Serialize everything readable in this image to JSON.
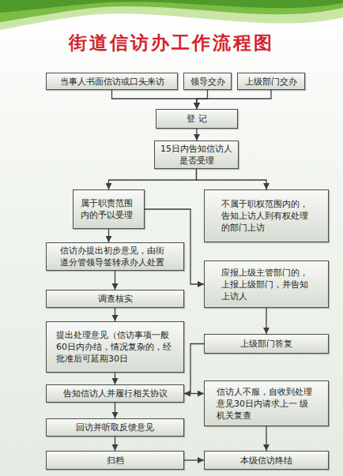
{
  "diagram": {
    "title": "街道信访办工作流程图",
    "nodes": [
      {
        "text": [
          "当事人书面信访或口头来访"
        ]
      },
      {
        "text": [
          "领导交办"
        ]
      },
      {
        "text": [
          "上级部门交办"
        ]
      },
      {
        "text": [
          "登 记"
        ]
      },
      {
        "text": [
          "15日内告知信访人 是否受理"
        ]
      },
      {
        "text": [
          "属于职责范围 内的予以受理"
        ]
      },
      {
        "text": [
          "不属于职权范围内的， 告知上访人到有权处理 的部门上访"
        ]
      },
      {
        "text": [
          "信访办提出初步意见，由街 道分管领导签转承办人处置"
        ]
      },
      {
        "text": [
          "应报上级主管部门的， 上报上级部门，并告知 上访人"
        ]
      },
      {
        "text": [
          "调查核实"
        ]
      },
      {
        "text": [
          "提出处理意见（信访事项一般 60日内办结，情况复杂的，经 批准后可延期30日"
        ]
      },
      {
        "text": [
          "上级部门答复"
        ]
      },
      {
        "text": [
          "告知信访人并履行相关协议"
        ]
      },
      {
        "text": [
          "信访人不服，自收到处理 意见30日内请求上一 级机关复查"
        ]
      },
      {
        "text": [
          "回访并听取反馈意见"
        ]
      },
      {
        "text": [
          "归档"
        ]
      },
      {
        "text": [
          "本级信访终结"
        ]
      }
    ],
    "edges": [
      {
        "from": 0,
        "to": 3,
        "arrow": "to"
      },
      {
        "from": 1,
        "to": 3,
        "arrow": "to"
      },
      {
        "from": 2,
        "to": 3,
        "arrow": "to"
      },
      {
        "from": 3,
        "to": 4,
        "arrow": "to"
      },
      {
        "from": 4,
        "to": 5,
        "arrow": "to"
      },
      {
        "from": 4,
        "to": 6,
        "arrow": "to"
      },
      {
        "from": 5,
        "to": 7,
        "arrow": "to"
      },
      {
        "from": 5,
        "to": 8,
        "arrow": "to"
      },
      {
        "from": 7,
        "to": 9,
        "arrow": "to"
      },
      {
        "from": 9,
        "to": 10,
        "arrow": "to"
      },
      {
        "from": 10,
        "to": 12,
        "arrow": "to"
      },
      {
        "from": 12,
        "to": 14,
        "arrow": "to"
      },
      {
        "from": 14,
        "to": 15,
        "arrow": "to"
      },
      {
        "from": 8,
        "to": 11,
        "arrow": "to"
      },
      {
        "from": 11,
        "to": 12,
        "arrow": "to"
      },
      {
        "from": 12,
        "to": 13,
        "arrow": "to"
      },
      {
        "from": 13,
        "to": 16,
        "arrow": "to"
      },
      {
        "from": 15,
        "to": 16,
        "arrow": "to"
      }
    ]
  }
}
